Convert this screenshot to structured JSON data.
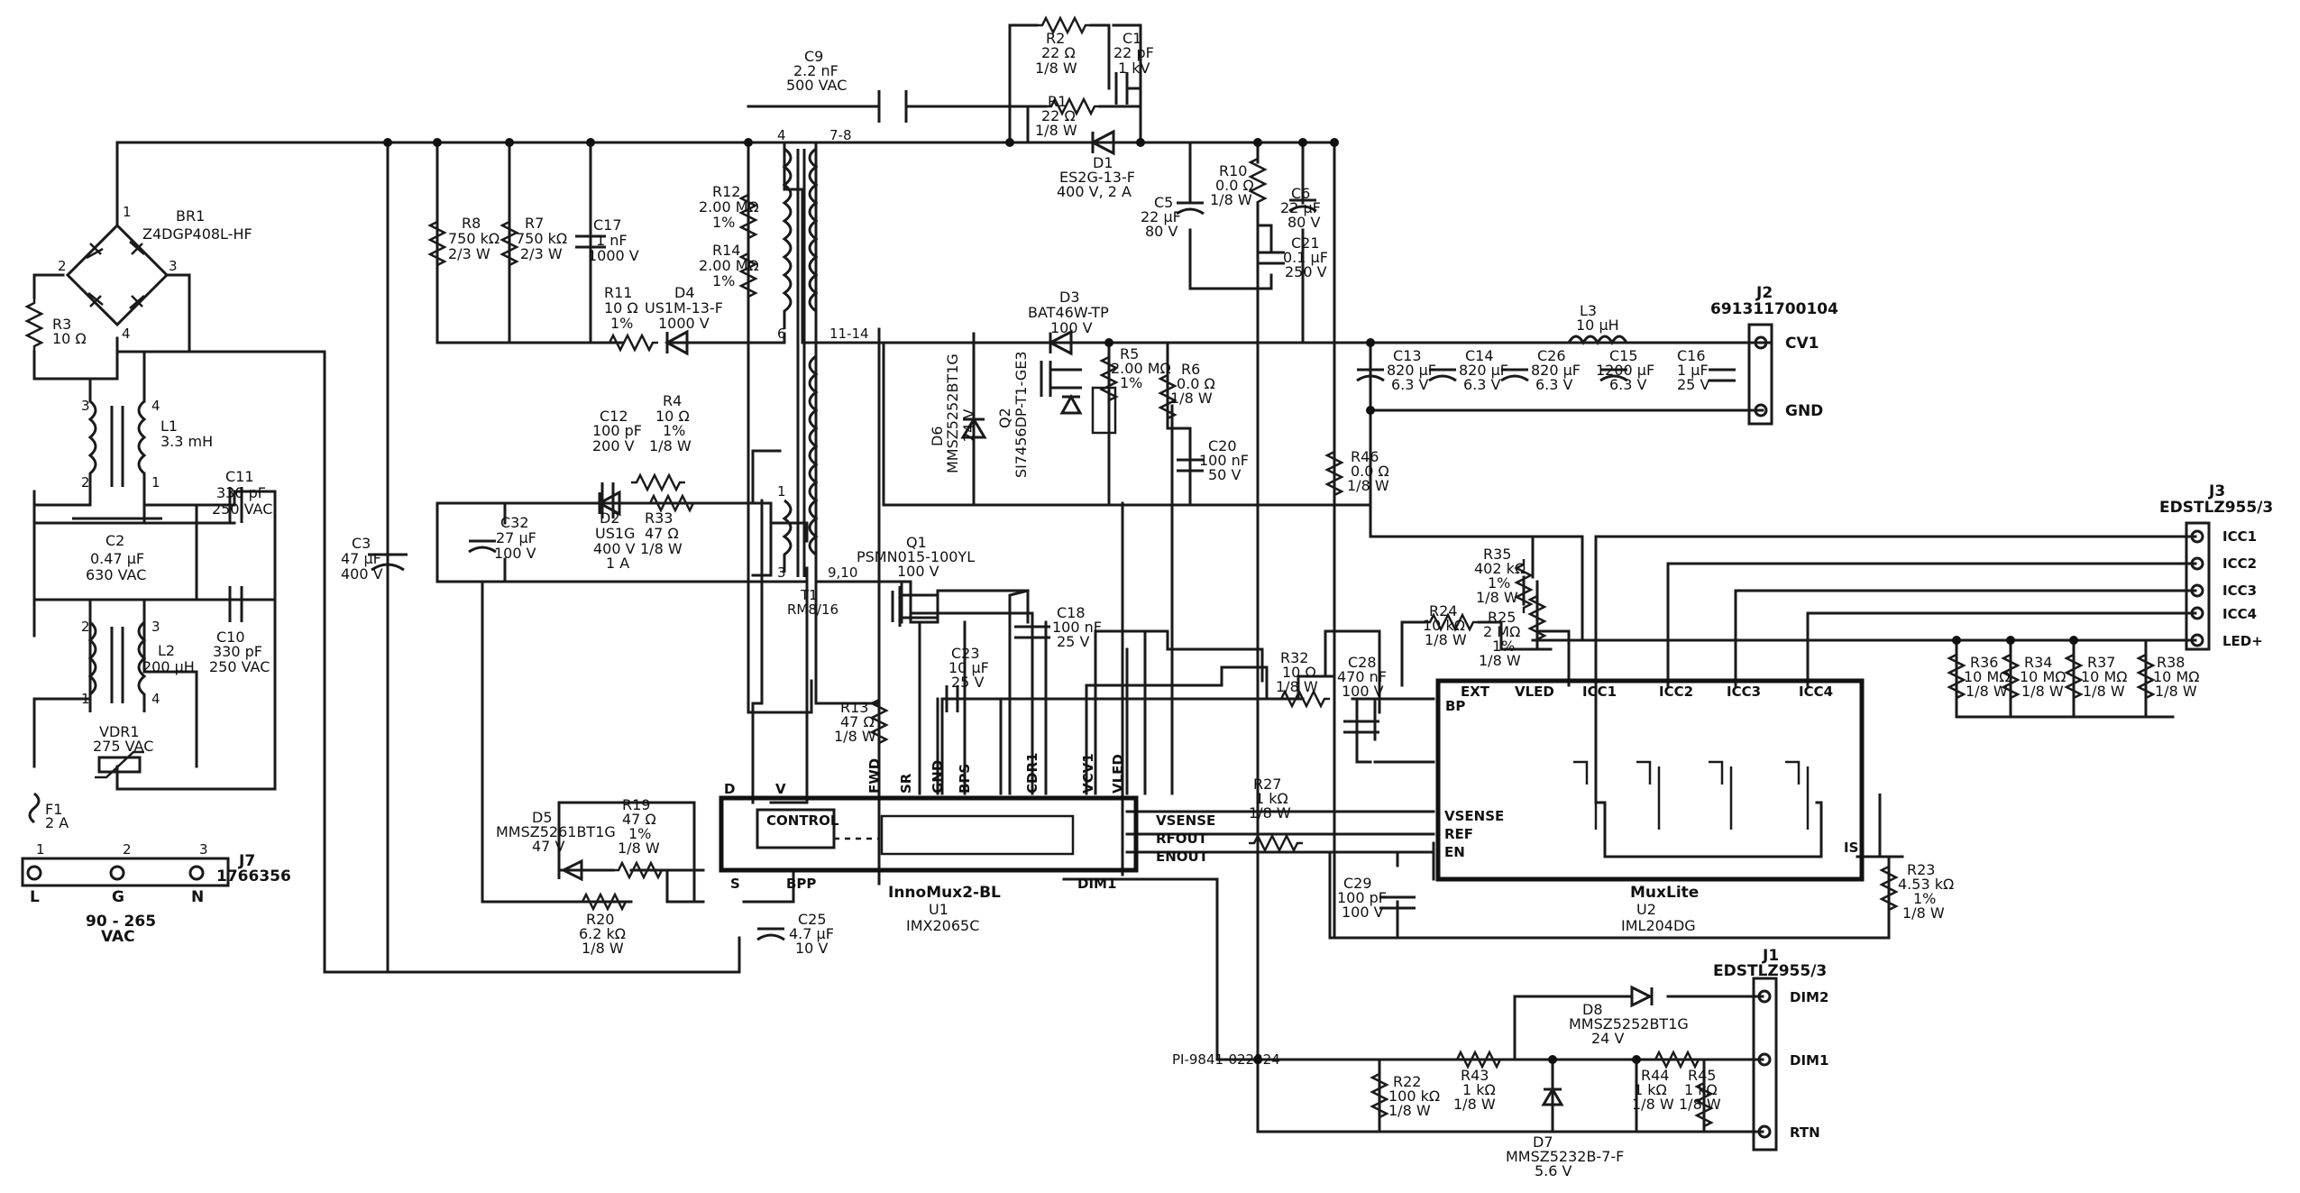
{
  "drawing_number": "PI-9841-022324",
  "input_connector": {
    "ref": "J7",
    "part": "1766356",
    "pins": [
      "1",
      "2",
      "3"
    ],
    "pin_names": [
      "L",
      "G",
      "N"
    ],
    "voltage": "90 - 265",
    "voltage_unit": "VAC"
  },
  "output_connector_cv": {
    "ref": "J2",
    "part": "691311700104",
    "pins": [
      "CV1",
      "GND"
    ]
  },
  "output_connector_cc": {
    "ref": "J3",
    "part": "EDSTLZ955/3",
    "pins": [
      "ICC1",
      "ICC2",
      "ICC3",
      "ICC4",
      "LED+"
    ]
  },
  "dim_connector": {
    "ref": "J1",
    "part": "EDSTLZ955/3",
    "pins": [
      "DIM2",
      "DIM1",
      "RTN"
    ]
  },
  "ic_u1": {
    "name": "InnoMux2-BL",
    "ref": "U1",
    "part": "IMX2065C",
    "block": "CONTROL",
    "pins": {
      "d": "D",
      "v": "V",
      "fwd": "FWD",
      "sr": "SR",
      "gnd": "GND",
      "bps": "BPS",
      "cdr1": "CDR1",
      "vcv1": "VCV1",
      "vled": "VLED",
      "s": "S",
      "bpp": "BPP",
      "dim1": "DIM1",
      "vsense": "VSENSE",
      "rfout": "RFOUT",
      "enout": "ENOUT"
    }
  },
  "ic_u2": {
    "name": "MuxLite",
    "ref": "U2",
    "part": "IML204DG",
    "pins": {
      "ext": "EXT",
      "vled": "VLED",
      "icc1": "ICC1",
      "icc2": "ICC2",
      "icc3": "ICC3",
      "icc4": "ICC4",
      "bp": "BP",
      "vsense": "VSENSE",
      "ref": "REF",
      "en": "EN",
      "is": "IS"
    }
  },
  "transformer": {
    "ref": "T1",
    "part": "RM8/16",
    "pins": [
      "4",
      "7-8",
      "6",
      "11-14",
      "1",
      "3",
      "9,10"
    ]
  },
  "components": {
    "br1": {
      "ref": "BR1",
      "part": "Z4DGP408L-HF",
      "pins": [
        "1",
        "2",
        "3",
        "4"
      ]
    },
    "r3": {
      "ref": "R3",
      "val": "10 Ω"
    },
    "l1": {
      "ref": "L1",
      "val": "3.3 mH",
      "pins": [
        "3",
        "4",
        "2",
        "1"
      ]
    },
    "c2": {
      "ref": "C2",
      "val": "0.47 µF",
      "rating": "630 VAC"
    },
    "c11": {
      "ref": "C11",
      "val": "330 pF",
      "rating": "250 VAC"
    },
    "c10": {
      "ref": "C10",
      "val": "330 pF",
      "rating": "250 VAC"
    },
    "l2": {
      "ref": "L2",
      "val": "200 µH",
      "pins": [
        "2",
        "3",
        "1",
        "4"
      ]
    },
    "vdr1": {
      "ref": "VDR1",
      "val": "275 VAC"
    },
    "f1": {
      "ref": "F1",
      "val": "2 A"
    },
    "c3": {
      "ref": "C3",
      "val": "47 µF",
      "rating": "400 V"
    },
    "r8": {
      "ref": "R8",
      "val": "750 kΩ",
      "rating": "2/3 W"
    },
    "r7": {
      "ref": "R7",
      "val": "750 kΩ",
      "rating": "2/3 W"
    },
    "c17": {
      "ref": "C17",
      "val": "1 nF",
      "rating": "1000 V"
    },
    "r11": {
      "ref": "R11",
      "val": "10 Ω",
      "rating": "1%"
    },
    "d4": {
      "ref": "D4",
      "part": "US1M-13-F",
      "rating": "1000 V"
    },
    "c9": {
      "ref": "C9",
      "val": "2.2 nF",
      "rating": "500 VAC"
    },
    "r12": {
      "ref": "R12",
      "val": "2.00 MΩ",
      "rating": "1%"
    },
    "r14": {
      "ref": "R14",
      "val": "2.00 MΩ",
      "rating": "1%"
    },
    "c12": {
      "ref": "C12",
      "val": "100 pF",
      "rating": "200 V"
    },
    "r4": {
      "ref": "R4",
      "val": "10 Ω",
      "tol": "1%",
      "rating": "1/8 W"
    },
    "d2": {
      "ref": "D2",
      "part": "US1G",
      "v": "400 V",
      "a": "1 A"
    },
    "r33": {
      "ref": "R33",
      "val": "47 Ω",
      "rating": "1/8 W"
    },
    "c32": {
      "ref": "C32",
      "val": "27 µF",
      "rating": "100 V"
    },
    "r2": {
      "ref": "R2",
      "val": "22 Ω",
      "rating": "1/8 W"
    },
    "c1": {
      "ref": "C1",
      "val": "22 pF",
      "rating": "1 kV"
    },
    "r1": {
      "ref": "R1",
      "val": "22 Ω",
      "rating": "1/8 W"
    },
    "d1": {
      "ref": "D1",
      "part": "ES2G-13-F",
      "rating": "400 V, 2 A"
    },
    "c5": {
      "ref": "C5",
      "val": "22 µF",
      "rating": "80 V"
    },
    "r10": {
      "ref": "R10",
      "val": "0.0 Ω",
      "rating": "1/8 W"
    },
    "c6": {
      "ref": "C6",
      "val": "22 µF",
      "rating": "80 V"
    },
    "c21": {
      "ref": "C21",
      "val": "0.1 µF",
      "rating": "250 V"
    },
    "d3": {
      "ref": "D3",
      "part": "BAT46W-TP",
      "rating": "100 V"
    },
    "d6": {
      "ref": "D6",
      "part": "MMSZ5252BT1G",
      "rating": "24 V"
    },
    "q2": {
      "ref": "Q2",
      "part": "SI7456DP-T1-GE3"
    },
    "r5": {
      "ref": "R5",
      "val": "2.00 MΩ",
      "rating": "1%"
    },
    "r6": {
      "ref": "R6",
      "val": "0.0 Ω",
      "rating": "1/8 W"
    },
    "c20": {
      "ref": "C20",
      "val": "100 nF",
      "rating": "50 V"
    },
    "c13": {
      "ref": "C13",
      "val": "820 µF",
      "rating": "6.3 V"
    },
    "c14": {
      "ref": "C14",
      "val": "820 µF",
      "rating": "6.3 V"
    },
    "c26": {
      "ref": "C26",
      "val": "820 µF",
      "rating": "6.3 V"
    },
    "l3": {
      "ref": "L3",
      "val": "10 µH"
    },
    "c15": {
      "ref": "C15",
      "val": "1200 µF",
      "rating": "6.3 V"
    },
    "c16": {
      "ref": "C16",
      "val": "1 µF",
      "rating": "25 V"
    },
    "r46": {
      "ref": "R46",
      "val": "0.0 Ω",
      "rating": "1/8 W"
    },
    "q1": {
      "ref": "Q1",
      "part": "PSMN015-100YL",
      "rating": "100 V"
    },
    "c18": {
      "ref": "C18",
      "val": "100 nF",
      "rating": "25 V"
    },
    "c23": {
      "ref": "C23",
      "val": "10 µF",
      "rating": "25 V"
    },
    "r13": {
      "ref": "R13",
      "val": "47 Ω",
      "rating": "1/8 W"
    },
    "r32": {
      "ref": "R32",
      "val": "10 Ω",
      "rating": "1/8 W"
    },
    "c28": {
      "ref": "C28",
      "val": "470 nF",
      "rating": "100 V"
    },
    "r35": {
      "ref": "R35",
      "val": "402 kΩ",
      "tol": "1%",
      "rating": "1/8 W"
    },
    "r24": {
      "ref": "R24",
      "val": "10 kΩ",
      "rating": "1/8 W"
    },
    "r25": {
      "ref": "R25",
      "val": "2 MΩ",
      "tol": "1%",
      "rating": "1/8 W"
    },
    "r36": {
      "ref": "R36",
      "val": "10 MΩ",
      "rating": "1/8 W"
    },
    "r34": {
      "ref": "R34",
      "val": "10 MΩ",
      "rating": "1/8 W"
    },
    "r37": {
      "ref": "R37",
      "val": "10 MΩ",
      "rating": "1/8 W"
    },
    "r38": {
      "ref": "R38",
      "val": "10 MΩ",
      "rating": "1/8 W"
    },
    "r27": {
      "ref": "R27",
      "val": "1 kΩ",
      "rating": "1/8 W"
    },
    "d5": {
      "ref": "D5",
      "part": "MMSZ5261BT1G",
      "rating": "47 V"
    },
    "r19": {
      "ref": "R19",
      "val": "47 Ω",
      "tol": "1%",
      "rating": "1/8 W"
    },
    "r20": {
      "ref": "R20",
      "val": "6.2 kΩ",
      "rating": "1/8 W"
    },
    "c25": {
      "ref": "C25",
      "val": "4.7 µF",
      "rating": "10 V"
    },
    "c29": {
      "ref": "C29",
      "val": "100 pF",
      "rating": "100 V"
    },
    "r23": {
      "ref": "R23",
      "val": "4.53 kΩ",
      "tol": "1%",
      "rating": "1/8 W"
    },
    "d8": {
      "ref": "D8",
      "part": "MMSZ5252BT1G",
      "rating": "24 V"
    },
    "r22": {
      "ref": "R22",
      "val": "100 kΩ",
      "rating": "1/8 W"
    },
    "r43": {
      "ref": "R43",
      "val": "1 kΩ",
      "rating": "1/8 W"
    },
    "d7": {
      "ref": "D7",
      "part": "MMSZ5232B-7-F",
      "rating": "5.6 V"
    },
    "r44": {
      "ref": "R44",
      "val": "1 kΩ",
      "rating": "1/8 W"
    },
    "r45": {
      "ref": "R45",
      "val": "1 kΩ",
      "rating": "1/8 W"
    }
  }
}
